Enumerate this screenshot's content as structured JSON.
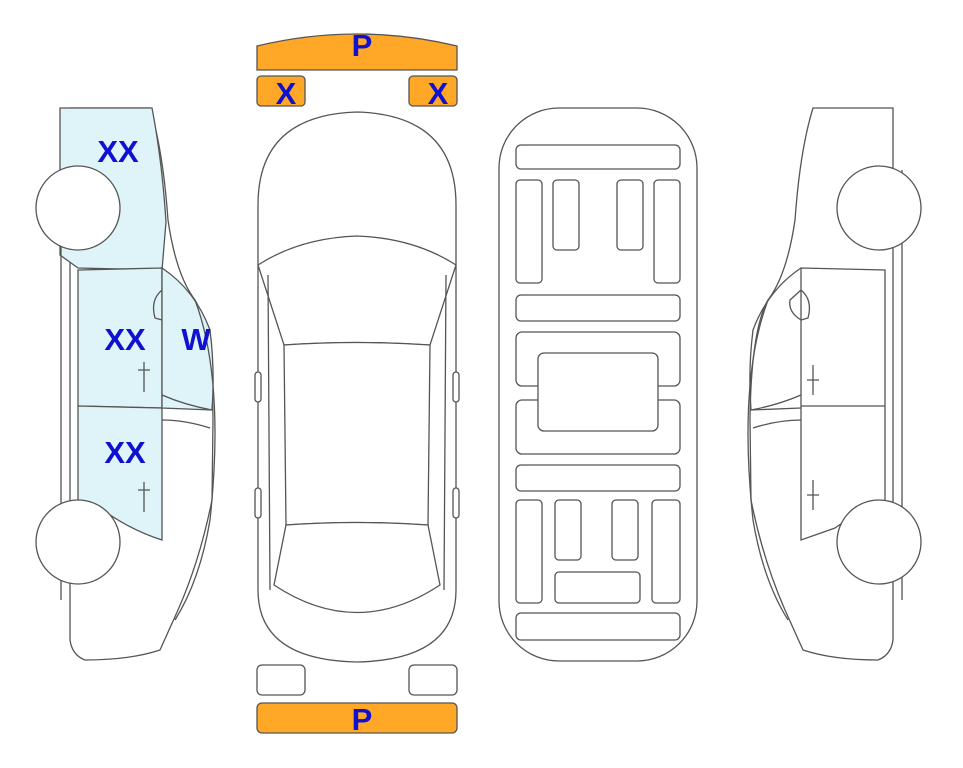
{
  "colors": {
    "damage_fill": "#dff4f8",
    "marked_panel": "#ffa726",
    "label_text": "#1010d0",
    "outline": "#555555"
  },
  "labels": {
    "front_bumper": "P",
    "front_left_light": "X",
    "front_right_light": "X",
    "rear_bumper": "P",
    "left_front_fender": "XX",
    "left_front_door": "XX",
    "left_window": "W",
    "left_rear_door": "XX"
  }
}
